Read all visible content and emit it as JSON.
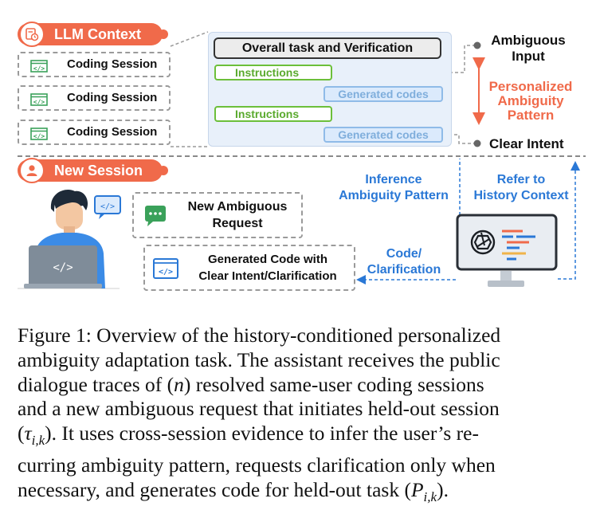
{
  "llm_context": {
    "label": "LLM Context"
  },
  "sessions": [
    {
      "label": "Coding Session"
    },
    {
      "label": "Coding Session"
    },
    {
      "label": "Coding Session"
    }
  ],
  "panel": {
    "header": "Overall task and Verification",
    "instructions_label": "Instructions",
    "generated_label": "Generated codes"
  },
  "right": {
    "ambiguous_input_line1": "Ambiguous",
    "ambiguous_input_line2": "Input",
    "pattern_line1": "Personalized",
    "pattern_line2": "Ambiguity",
    "pattern_line3": "Pattern",
    "clear_intent": "Clear Intent"
  },
  "new_session": {
    "label": "New Session"
  },
  "request": {
    "line1": "New Ambiguous",
    "line2": "Request"
  },
  "generated": {
    "line1": "Generated Code with",
    "line2": "Clear Intent/Clarification"
  },
  "arrows": {
    "inference_line1": "Inference",
    "inference_line2": "Ambiguity Pattern",
    "refer_line1": "Refer to",
    "refer_line2": "History Context",
    "code_line1": "Code/",
    "code_line2": "Clarification"
  },
  "code_glyph": "</>",
  "caption": {
    "line1": "Figure 1: Overview of the history-conditioned personalized",
    "line2": "ambiguity adaptation task. The assistant receives the public",
    "line3a": "dialogue traces of (",
    "n": "n",
    "line3b": ") resolved same-user coding sessions",
    "line4a": "and a new ambiguous request that initiates held-out session",
    "line5a": "(",
    "tau": "τ",
    "tau_sub": "i,k",
    "line5b": "). It uses cross-session evidence to infer the user’s re-",
    "line6": "curring ambiguity pattern, requests clarification only when",
    "line7a": "necessary, and generates code for held-out task (",
    "P": "P",
    "P_sub": "i,k",
    "line7b": ")."
  },
  "colors": {
    "orange": "#f06a4a",
    "blue": "#2a78d6",
    "green": "#6cbf3a",
    "light_blue": "#8fbbe8",
    "dash_gray": "#9a9a9a"
  }
}
